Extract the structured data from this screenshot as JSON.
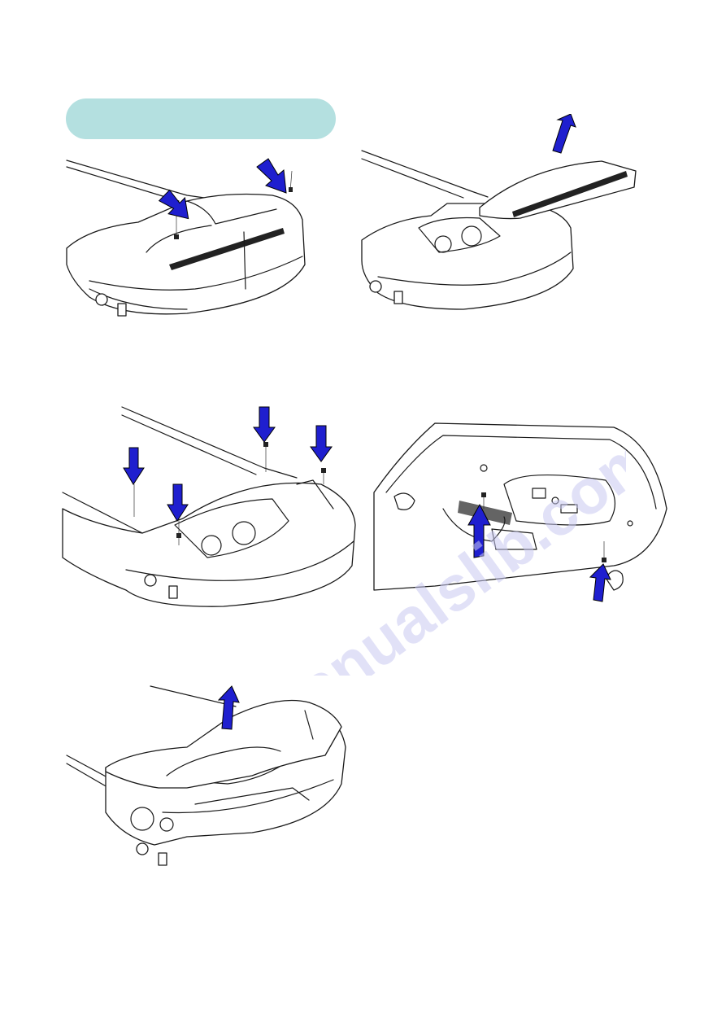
{
  "header": {
    "label": ""
  },
  "figures": [
    {
      "id": "step-1",
      "icon": "hood-screw-removal-illustration"
    },
    {
      "id": "step-2",
      "icon": "hood-lift-off-illustration"
    },
    {
      "id": "step-3",
      "icon": "inner-cover-screw-illustration"
    },
    {
      "id": "step-4",
      "icon": "underside-screw-illustration"
    },
    {
      "id": "step-5",
      "icon": "cover-lift-off-illustration"
    }
  ],
  "watermark": {
    "text": "manualslib.com"
  },
  "colors": {
    "header_fill": "#b4e0e0",
    "arrow": "#1f1fcf",
    "watermark": "#c8c8f0"
  }
}
